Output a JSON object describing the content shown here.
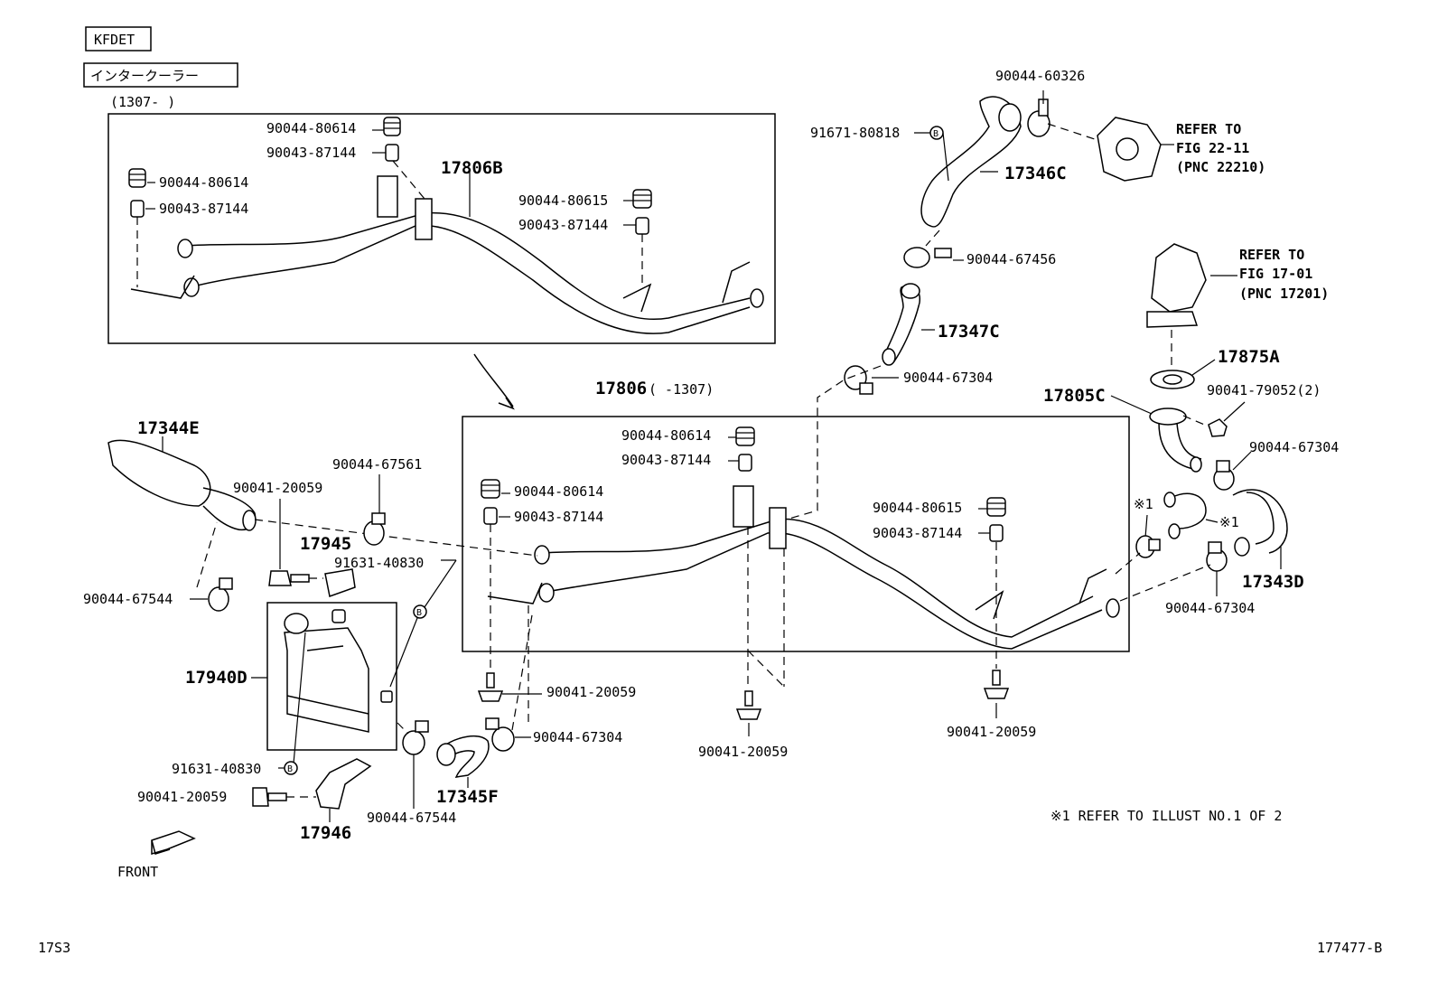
{
  "header": {
    "engine_code": "KFDET",
    "section_name": "インタークーラー",
    "date_range_top": "(1307-      )",
    "date_range_main": "(      -1307)"
  },
  "parts": {
    "p17806B": "17806B",
    "p17806": "17806",
    "p17346C": "17346C",
    "p17347C": "17347C",
    "p17875A": "17875A",
    "p17805C": "17805C",
    "p17343D": "17343D",
    "p17344E": "17344E",
    "p17945": "17945",
    "p17940D": "17940D",
    "p17345F": "17345F",
    "p17946": "17946",
    "n90044_80614": "90044-80614",
    "n90043_87144": "90043-87144",
    "n90044_80615": "90044-80615",
    "n90044_60326": "90044-60326",
    "n91671_80818": "91671-80818",
    "n90044_67456": "90044-67456",
    "n90044_67304": "90044-67304",
    "n90041_79052": "90041-79052(2)",
    "n90041_20059": "90041-20059",
    "n90044_67561": "90044-67561",
    "n91631_40830": "91631-40830",
    "n90044_67544": "90044-67544",
    "mark_b": "B",
    "mark_x1": "※1"
  },
  "refs": {
    "refer_to": "REFER TO",
    "fig_22_11": "FIG 22-11",
    "pnc_22210": "(PNC 22210)",
    "fig_17_01": "FIG 17-01",
    "pnc_17201": "(PNC 17201)"
  },
  "footer": {
    "note": "※1 REFER TO ILLUST NO.1 OF 2",
    "front_label": "FRONT",
    "page_code": "17S3",
    "illust_no": "177477-B"
  }
}
